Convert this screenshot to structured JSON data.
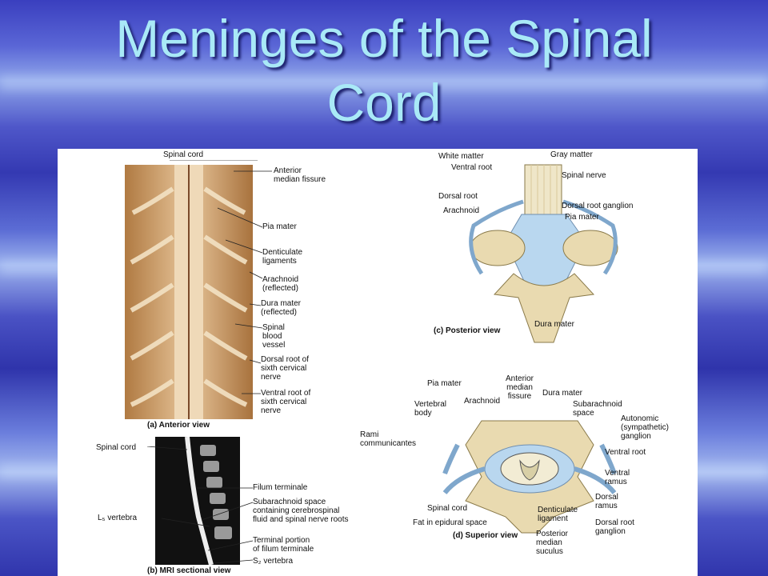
{
  "slide": {
    "title_line1": "Meninges of the Spinal",
    "title_line2": "Cord"
  },
  "figure": {
    "anterior": {
      "caption": "(a) Anterior view",
      "labels": {
        "spinal_cord": "Spinal cord",
        "anterior_median_fissure": "Anterior\nmedian fissure",
        "pia_mater": "Pia mater",
        "denticulate_ligaments": "Denticulate\nligaments",
        "arachnoid_reflected": "Arachnoid\n(reflected)",
        "dura_reflected": "Dura mater\n(reflected)",
        "spinal_blood_vessel": "Spinal\nblood\nvessel",
        "dorsal_root_sixth": "Dorsal root of\nsixth cervical\nnerve",
        "ventral_root_sixth": "Ventral root of\nsixth cervical\nnerve"
      }
    },
    "mri": {
      "caption": "(b) MRI sectional view",
      "labels": {
        "spinal_cord": "Spinal cord",
        "filum_terminale": "Filum terminale",
        "subarachnoid_space": "Subarachnoid space\ncontaining cerebrospinal\nfluid and spinal nerve roots",
        "l5_vertebra": "L₅ vertebra",
        "terminal_portion": "Terminal portion\nof filum terminale",
        "s2_vertebra": "S₂ vertebra"
      }
    },
    "posterior": {
      "caption": "(c) Posterior view",
      "labels": {
        "white_matter": "White matter",
        "ventral_root": "Ventral root",
        "dorsal_root": "Dorsal  root",
        "arachnoid": "Arachnoid",
        "gray_matter": "Gray matter",
        "spinal_nerve": "Spinal nerve",
        "dorsal_root_ganglion": "Dorsal root ganglion",
        "pia_mater": "Pia mater",
        "dura_mater": "Dura mater"
      }
    },
    "superior": {
      "caption": "(d) Superior view",
      "labels": {
        "pia_mater": "Pia mater",
        "anterior_median_fissure": "Anterior\nmedian\nfissure",
        "vertebral_body": "Vertebral\nbody",
        "arachnoid": "Arachnoid",
        "dura_mater": "Dura mater",
        "subarachnoid_space": "Subarachnoid\nspace",
        "autonomic_ganglion": "Autonomic\n(sympathetic)\nganglion",
        "rami_communicantes": "Rami\ncommunicantes",
        "ventral_root": "Ventral root",
        "ventral_ramus": "Ventral\nramus",
        "dorsal_ramus": "Dorsal\nramus",
        "dorsal_root_ganglion": "Dorsal root\nganglion",
        "spinal_cord": "Spinal cord",
        "fat_epidural": "Fat in epidural space",
        "denticulate_ligament": "Denticulate\nligament",
        "posterior_median_sulcus": "Posterior\nmedian\nsuculus"
      }
    }
  }
}
